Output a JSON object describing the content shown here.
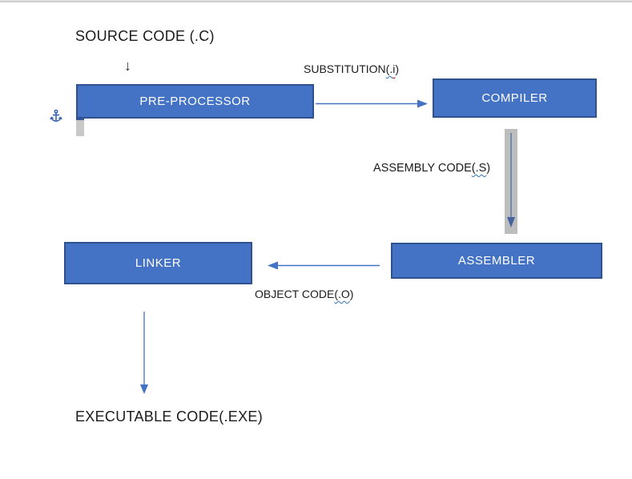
{
  "diagram": {
    "title": "SOURCE CODE (.C)",
    "down_glyph": "↓",
    "boxes": [
      {
        "label": "PRE-PROCESSOR"
      },
      {
        "label": "COMPILER"
      },
      {
        "label": "ASSEMBLER"
      },
      {
        "label": "LINKER"
      }
    ],
    "edge_labels": {
      "substitution": {
        "pre": "SUBSTITUTION",
        "wavy_blue": "(.",
        "wavy_red": "i",
        "close": ")"
      },
      "assembly": {
        "pre": "ASSEMBLY CODE",
        "wavy_blue": "(.S",
        "close": ")"
      },
      "object": {
        "pre": "OBJECT CODE",
        "wavy_blue": "(.O",
        "close": ")"
      }
    },
    "result": "EXECUTABLE CODE(.EXE)",
    "colors": {
      "box_fill": "#4472C4",
      "box_border": "#2F528F",
      "arrow_blue": "#4472C4",
      "connector_gray": "#BDBDBD",
      "anchor_blue": "#3A67AE",
      "wavy_blue": "#2E75B6",
      "wavy_red": "#C00000",
      "text": "#1B1B1B"
    }
  }
}
